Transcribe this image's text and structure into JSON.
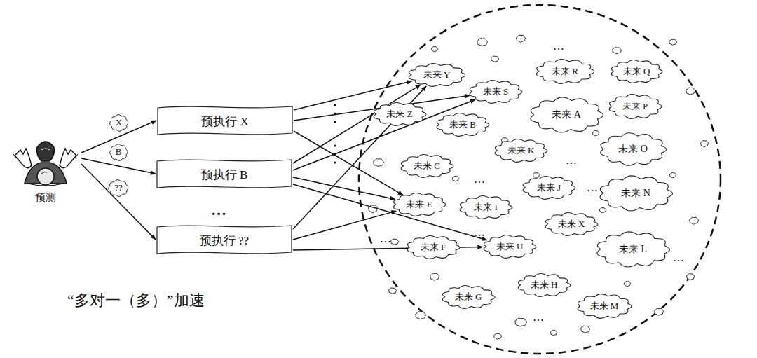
{
  "diagram": {
    "caption": "“多对一（多）”加速",
    "nodes": [
      {
        "text": [
          "预测"
        ]
      },
      {
        "text": [
          "预执行 X"
        ]
      },
      {
        "text": [
          "预执行 B"
        ]
      },
      {
        "text": [
          "预执行 ??"
        ]
      },
      {
        "text": [
          "未来 Y"
        ]
      },
      {
        "text": [
          "未来 R"
        ]
      },
      {
        "text": [
          "未来 Q"
        ]
      },
      {
        "text": [
          "未来 S"
        ]
      },
      {
        "text": [
          "未来 Z"
        ]
      },
      {
        "text": [
          "未来 P"
        ]
      },
      {
        "text": [
          "未来 A"
        ]
      },
      {
        "text": [
          "未来 B"
        ]
      },
      {
        "text": [
          "未来 O"
        ]
      },
      {
        "text": [
          "未来 K"
        ]
      },
      {
        "text": [
          "未来 C"
        ]
      },
      {
        "text": [
          "未来 J"
        ]
      },
      {
        "text": [
          "未来 N"
        ]
      },
      {
        "text": [
          "未来 E"
        ]
      },
      {
        "text": [
          "未来 I"
        ]
      },
      {
        "text": [
          "未来 X"
        ]
      },
      {
        "text": [
          "未来 F"
        ]
      },
      {
        "text": [
          "未来 U"
        ]
      },
      {
        "text": [
          "未来 L"
        ]
      },
      {
        "text": [
          "未来 H"
        ]
      },
      {
        "text": [
          "未来 G"
        ]
      },
      {
        "text": [
          "未来 M"
        ]
      }
    ],
    "edges": [
      {
        "from": 0,
        "to": 1,
        "label": "X",
        "arrow": "to"
      },
      {
        "from": 0,
        "to": 2,
        "label": "B",
        "arrow": "to"
      },
      {
        "from": 0,
        "to": 3,
        "label": "??",
        "arrow": "to"
      },
      {
        "from": 1,
        "to": 4,
        "arrow": "to"
      },
      {
        "from": 1,
        "to": 7,
        "arrow": "to"
      },
      {
        "from": 1,
        "to": 17,
        "arrow": "to"
      },
      {
        "from": 2,
        "to": 4,
        "arrow": "to"
      },
      {
        "from": 2,
        "to": 7,
        "arrow": "to"
      },
      {
        "from": 2,
        "to": 17,
        "arrow": "to"
      },
      {
        "from": 2,
        "to": 21,
        "arrow": "to"
      },
      {
        "from": 3,
        "to": 4,
        "arrow": "to"
      },
      {
        "from": 3,
        "to": 17,
        "arrow": "to"
      },
      {
        "from": 3,
        "to": 21,
        "arrow": "to"
      }
    ],
    "labels": [
      "…",
      "…",
      "…",
      "…",
      "…",
      "…",
      "…",
      "…",
      "…"
    ]
  }
}
